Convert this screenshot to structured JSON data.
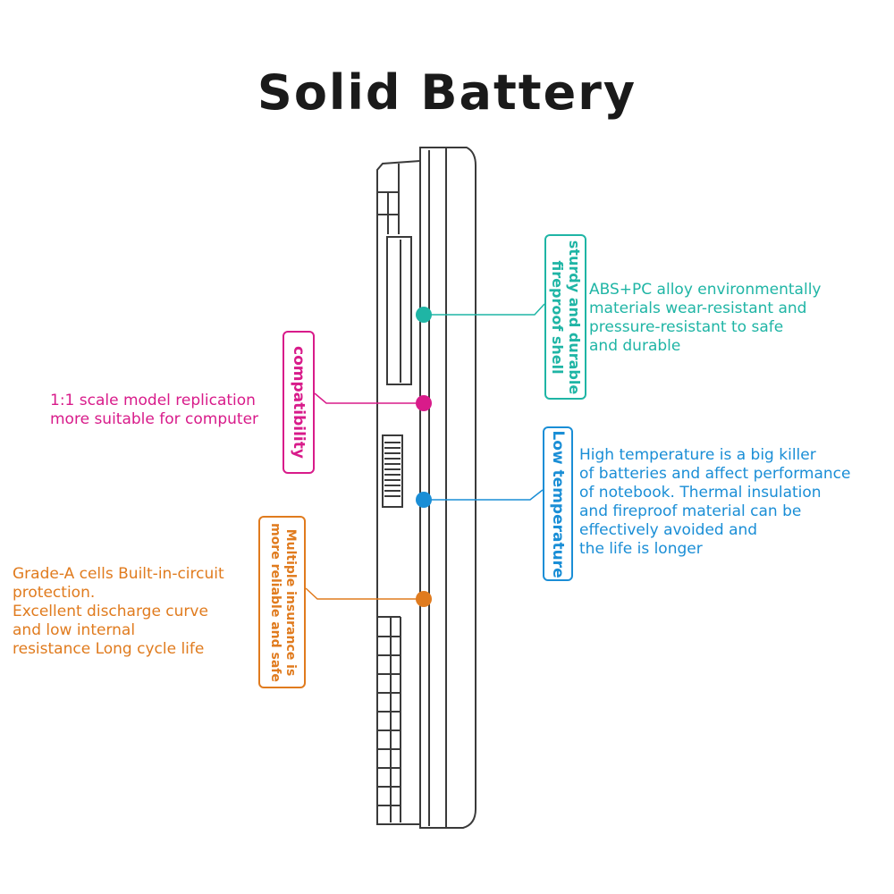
{
  "title": "Solid Battery",
  "colors": {
    "teal": "#1fb5a5",
    "magenta": "#d81b8a",
    "blue": "#1a8ed6",
    "orange": "#e07b1e",
    "outline": "#3a3a3a"
  },
  "features": [
    {
      "key": "shell",
      "color": "#1fb5a5",
      "tag": [
        "sturdy and durable",
        "fireproof shell"
      ],
      "desc": [
        "ABS+PC alloy environmentally",
        "materials wear-resistant and",
        "pressure-resistant to safe",
        "and durable"
      ]
    },
    {
      "key": "compat",
      "color": "#d81b8a",
      "tag": [
        "compatibility"
      ],
      "desc": [
        "1:1 scale model replication",
        "more suitable for computer"
      ]
    },
    {
      "key": "temp",
      "color": "#1a8ed6",
      "tag": [
        "Low temperature"
      ],
      "desc": [
        "High temperature is a big killer",
        "of batteries and affect performance",
        "of notebook. Thermal insulation",
        "and fireproof material can be",
        "effectively avoided and",
        "the life is longer"
      ]
    },
    {
      "key": "insurance",
      "color": "#e07b1e",
      "tag": [
        "Multiple insurance is",
        "more reliable and safe"
      ],
      "desc": [
        "Grade-A cells Built-in-circuit",
        "protection.",
        "Excellent discharge curve",
        "and low internal",
        "resistance Long cycle life"
      ]
    }
  ]
}
